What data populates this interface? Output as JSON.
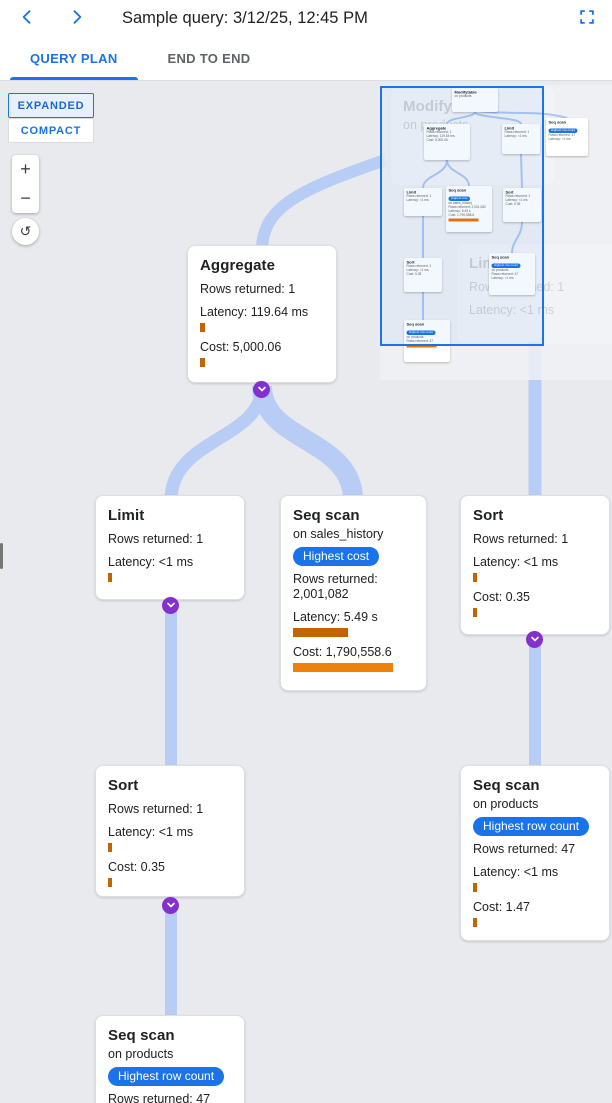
{
  "header": {
    "title": "Sample query: 3/12/25, 12:45 PM"
  },
  "tabs": {
    "query_plan": "QUERY PLAN",
    "end_to_end": "END TO END"
  },
  "view_toggle": {
    "expanded": "EXPANDED",
    "compact": "COMPACT"
  },
  "zoom": {
    "zoom_in": "+",
    "zoom_out": "−",
    "reset": "↺"
  },
  "colors": {
    "accent": "#1a73e8",
    "edge": "#b7cdf6",
    "expander": "#8430ce",
    "bar_orange": "#c26401",
    "bar_bright_orange": "#ee8109",
    "canvas_bg": "#e8eaed",
    "badge_bg": "#1a73e8"
  },
  "nodes": {
    "aggregate": {
      "title": "Aggregate",
      "rows": "Rows returned: 1",
      "latency": "Latency: 119.64 ms",
      "cost": "Cost: 5,000.06"
    },
    "limit_left": {
      "title": "Limit",
      "rows": "Rows returned: 1",
      "latency": "Latency: <1 ms"
    },
    "seq_scan_sales": {
      "title": "Seq scan",
      "on": "on sales_history",
      "badge": "Highest cost",
      "rows": "Rows returned: 2,001,082",
      "latency": "Latency: 5.49 s",
      "cost": "Cost: 1,790,558.6"
    },
    "sort_right": {
      "title": "Sort",
      "rows": "Rows returned: 1",
      "latency": "Latency: <1 ms",
      "cost": "Cost: 0.35"
    },
    "sort_left": {
      "title": "Sort",
      "rows": "Rows returned: 1",
      "latency": "Latency: <1 ms",
      "cost": "Cost: 0.35"
    },
    "seq_scan_products_right": {
      "title": "Seq scan",
      "on": "on products",
      "badge": "Highest row count",
      "rows": "Rows returned: 47",
      "latency": "Latency: <1 ms",
      "cost": "Cost: 1.47"
    },
    "seq_scan_products_bottom": {
      "title": "Seq scan",
      "on": "on products",
      "badge": "Highest row count",
      "rows": "Rows returned: 47"
    }
  },
  "background_nodes": {
    "modify_table": {
      "title": "Modifytable",
      "on": "on products"
    },
    "limit": {
      "title": "Limit",
      "rows": "Rows returned: 1",
      "latency": "Latency: <1 ms"
    }
  },
  "minimap": {
    "nodes": [
      {
        "title": "Modifytable",
        "lines": [
          "on products"
        ]
      },
      {
        "title": "Aggregate",
        "lines": [
          "Rows returned: 1",
          "Latency: 119.64 ms",
          "Cost: 5,000.06"
        ]
      },
      {
        "title": "Limit",
        "lines": [
          "Rows returned: 1",
          "Latency: <1 ms"
        ]
      },
      {
        "title": "Seq scan",
        "badge": "Highest row count",
        "lines": [
          "Rows returned: 47",
          "Latency: <1 ms"
        ]
      },
      {
        "title": "Limit",
        "lines": [
          "Rows returned: 1",
          "Latency: <1 ms"
        ]
      },
      {
        "title": "Seq scan",
        "badge": "Highest cost",
        "lines": [
          "on sales_history",
          "Rows returned: 2,001,082",
          "Latency: 5.49 s",
          "Cost: 1,790,558.6"
        ],
        "bars": true
      },
      {
        "title": "Sort",
        "lines": [
          "Rows returned: 1",
          "Latency: <1 ms",
          "Cost: 0.35"
        ]
      },
      {
        "title": "Sort",
        "lines": [
          "Rows returned: 1",
          "Latency: <1 ms",
          "Cost: 0.35"
        ]
      },
      {
        "title": "Seq scan",
        "badge": "Highest row count",
        "lines": [
          "on products",
          "Rows returned: 47",
          "Latency: <1 ms"
        ]
      },
      {
        "title": "Seq scan",
        "badge": "Highest row count",
        "lines": [
          "on products",
          "Rows returned: 47"
        ],
        "bars": true
      }
    ]
  }
}
